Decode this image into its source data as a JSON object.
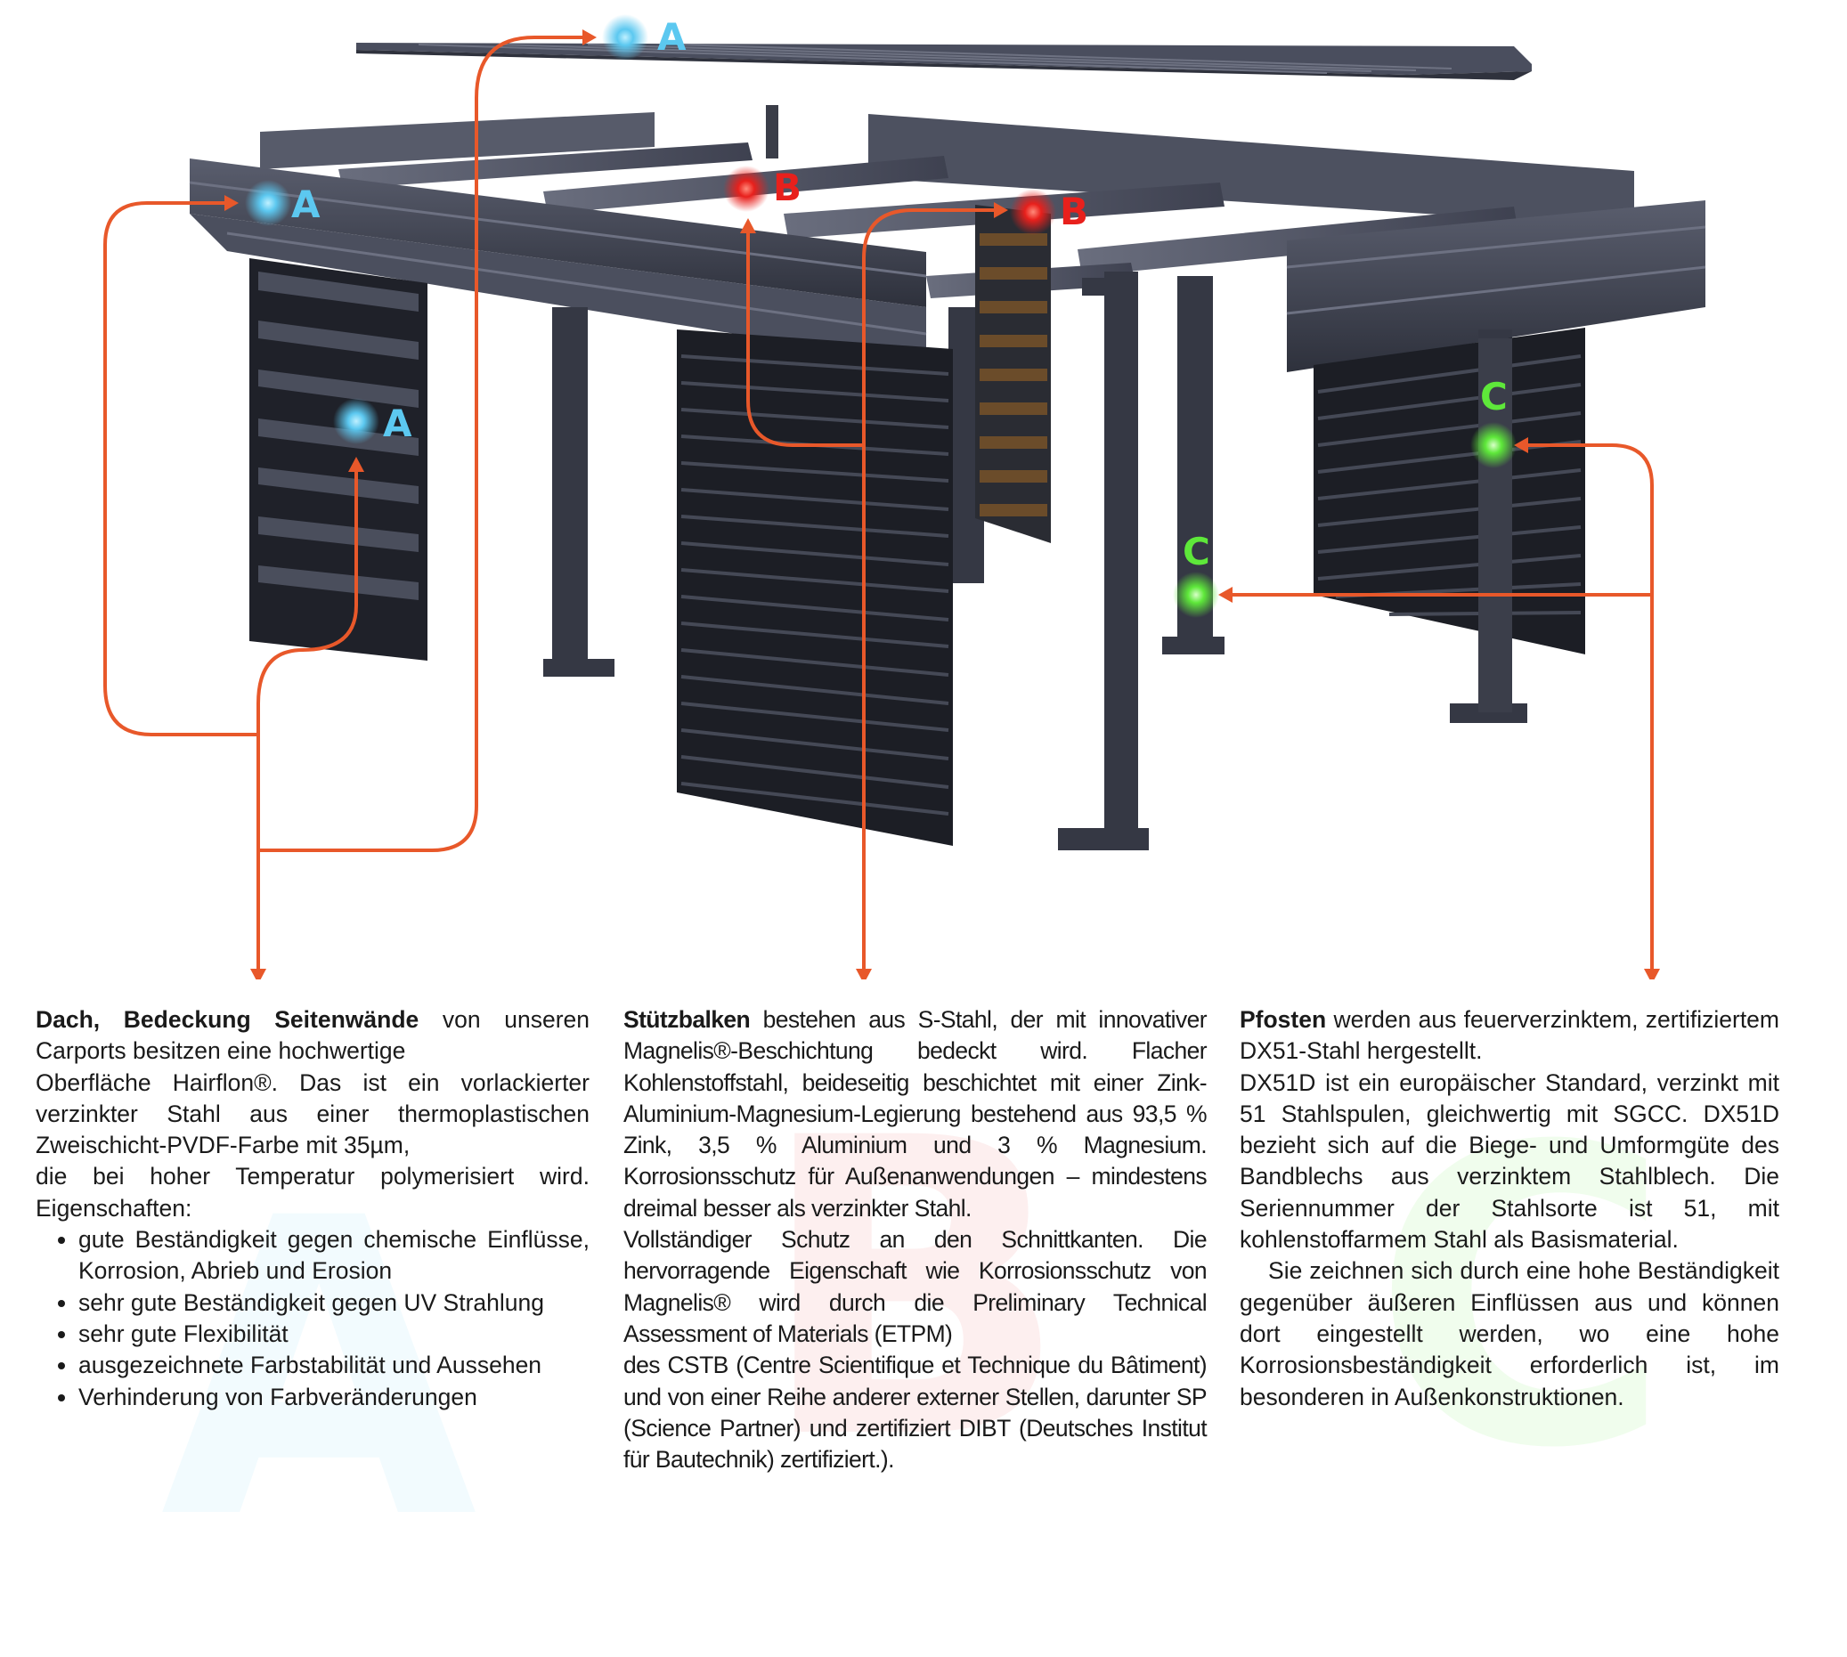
{
  "markers": {
    "a_label": "A",
    "b_label": "B",
    "c_label": "C",
    "colors": {
      "a": "#5cc8f0",
      "b": "#e8201c",
      "c": "#5ee83a",
      "arrow": "#e8582a",
      "steel": "#3e4252",
      "steel_dark": "#23252f"
    }
  },
  "watermarks": {
    "a": "A",
    "b": "B",
    "c": "C"
  },
  "col_a": {
    "heading": "Dach, Bedeckung  Seitenwände",
    "intro_rest": " von unseren Carports besitzen eine hochwertige",
    "line2": "Oberfläche Hairflon®. Das ist ein vorlackierter verzinkter Stahl aus einer thermoplastischen Zweischicht-PVDF-Farbe mit 35µm,",
    "line3": " die bei hoher Temperatur polymerisiert wird. Eigenschaften:",
    "bullets": [
      "gute Beständigkeit gegen chemische Einflüsse, Korrosion, Abrieb und Erosion",
      "sehr gute Beständigkeit gegen UV Strahlung",
      "sehr gute Flexibilität",
      "ausgezeichnete Farbstabilität und Aussehen",
      "Verhinderung von Farbveränderungen"
    ]
  },
  "col_b": {
    "heading": "Stützbalken",
    "p1_rest": " bestehen aus S-Stahl, der mit innovativer Magnelis®-Beschichtung  bedeckt wird. Flacher Kohlenstoffstahl, beideseitig beschichtet mit einer Zink-Aluminium-Magnesium-Legierung bestehend aus 93,5 % Zink, 3,5 % Aluminium und 3 % Magnesium. Korrosionsschutz für Außenanwendungen – mindestens dreimal besser als verzinkter Stahl.",
    "p2": "Vollständiger Schutz an den Schnittkanten. Die hervorragende Eigenschaft wie Korrosionsschutz von Magnelis® wird durch die Preliminary Technical Assessment of Materials (ETPM)",
    "p3": "des CSTB (Centre Scientifique et Technique du Bâtiment) und von einer Reihe anderer externer Stellen, darunter SP (Science Partner) und zertifiziert DIBT (Deutsches Institut für Bautechnik) zertifiziert.)."
  },
  "col_c": {
    "heading": "Pfosten",
    "p1_rest": " werden aus feuerverzinktem, zertifiziertem DX51-Stahl hergestellt.",
    "p2": "DX51D ist ein europäischer Standard, verzinkt mit 51 Stahlspulen, gleichwertig mit SGCC. DX51D bezieht sich auf die Biege- und Umformgüte des Bandblechs aus verzinktem Stahlblech. Die Seriennummer der Stahlsorte ist 51, mit kohlenstoffarmem Stahl als Basismaterial.",
    "p3": "    Sie zeichnen sich durch eine hohe Beständigkeit gegenüber äußeren Einflüssen aus und können dort eingestellt werden, wo eine hohe Korrosionsbeständigkeit erforderlich ist, im besonderen in Außenkonstruktionen."
  }
}
